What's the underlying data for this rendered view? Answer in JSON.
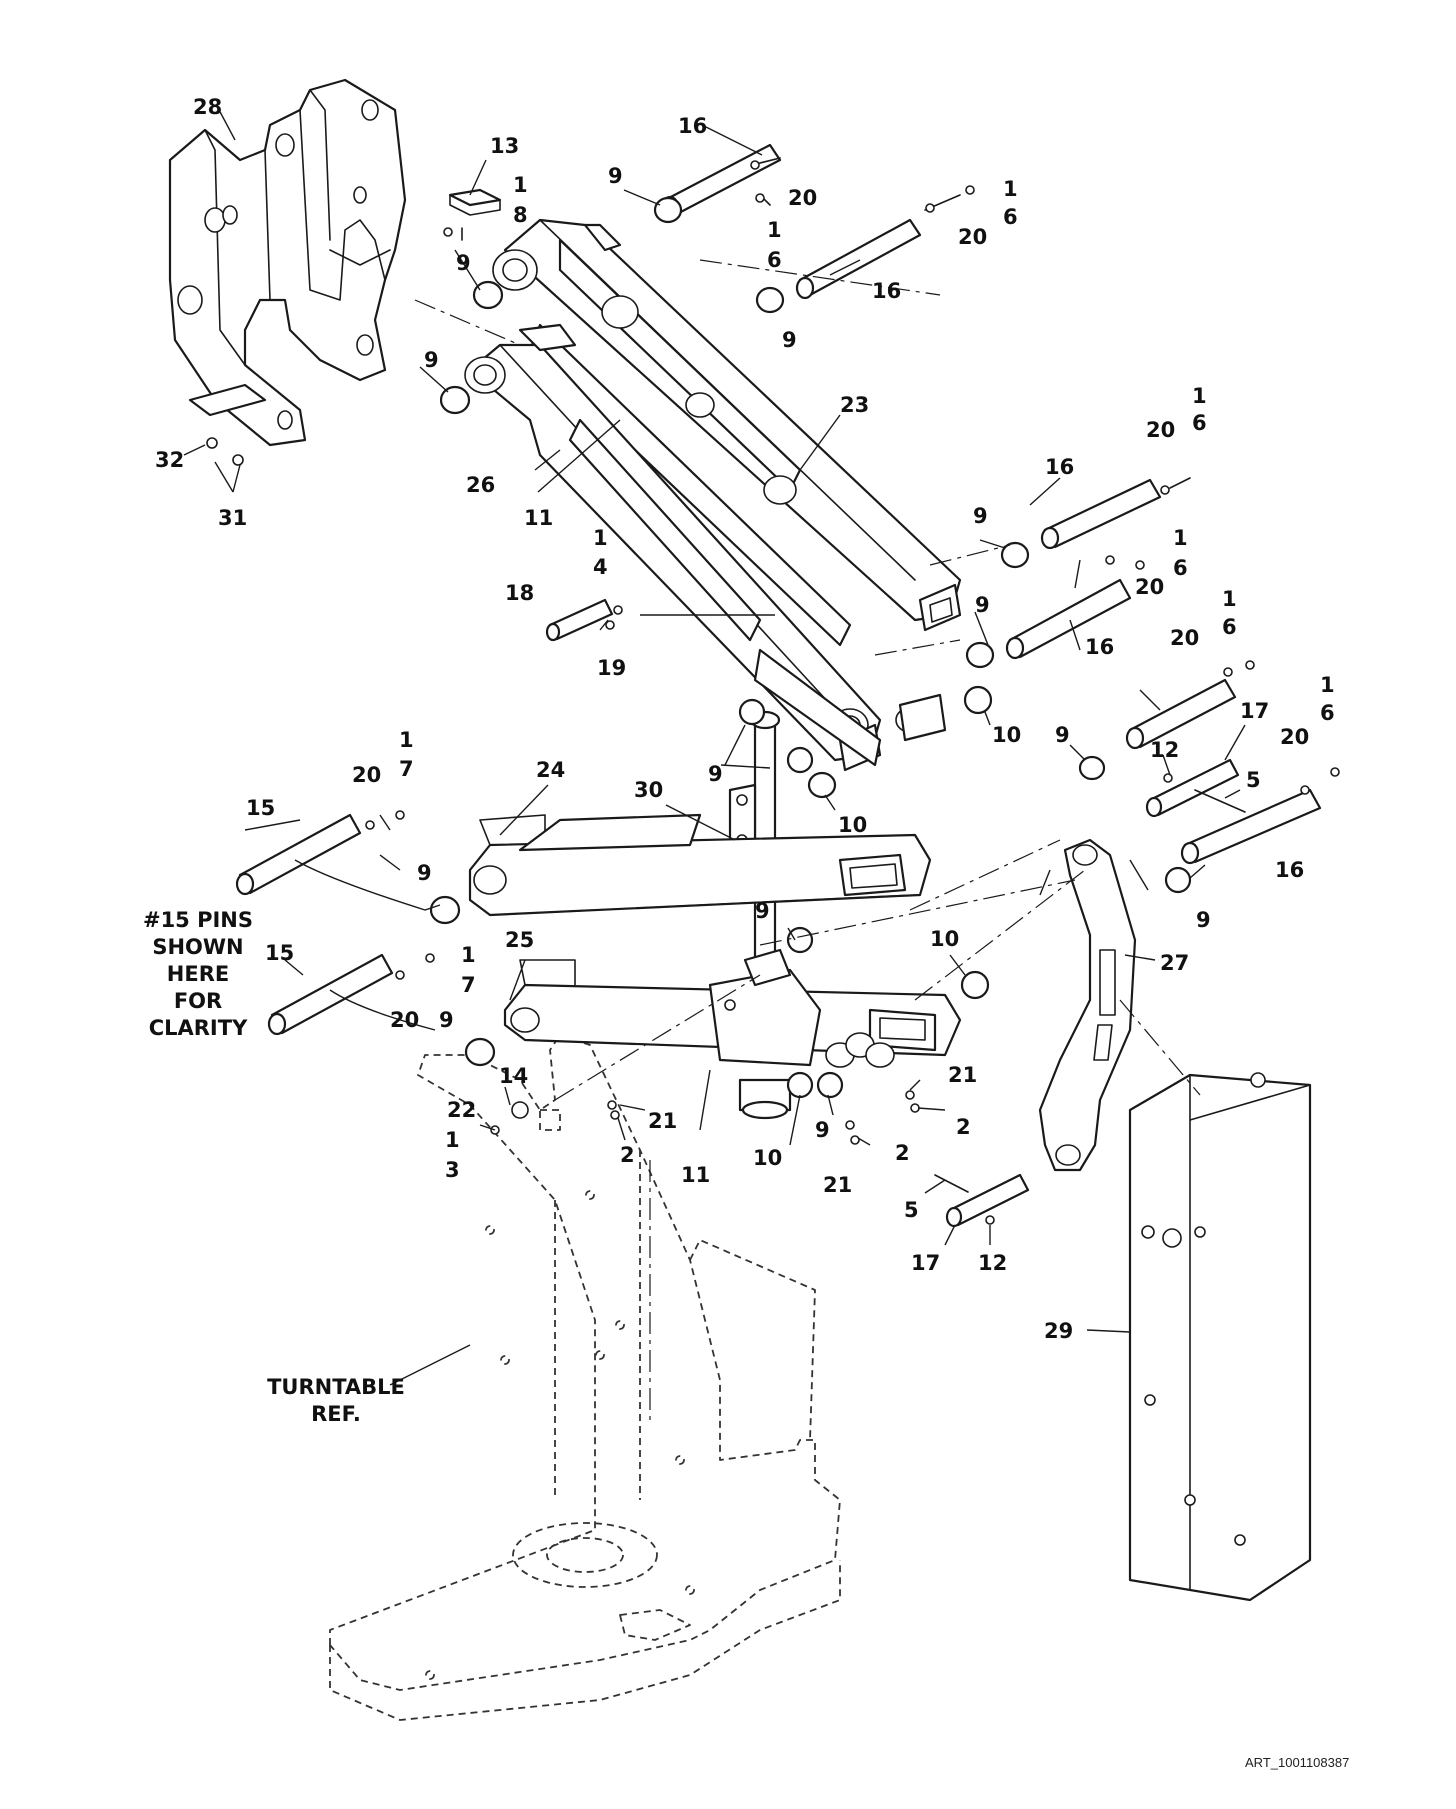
{
  "callouts": {
    "c28": "28",
    "c13": "13",
    "c1a": "1",
    "c8": "8",
    "c32": "32",
    "c31": "31",
    "c16a": "16",
    "c9a": "9",
    "c20a": "20",
    "c1b": "1",
    "c6b": "6",
    "c1c": "1",
    "c6c": "6",
    "c20b": "20",
    "c16b": "16",
    "c9b": "9",
    "c9c": "9",
    "c9d": "9",
    "c23": "23",
    "c26": "26",
    "c11a": "11",
    "c1d": "1",
    "c6d": "6",
    "c20c": "20",
    "c16c": "16",
    "c9e": "9",
    "c1e": "1",
    "c6e": "6",
    "c20d": "20",
    "c1f": "1",
    "c4": "4",
    "c18": "18",
    "c19": "19",
    "c9f": "9",
    "c16d": "16",
    "c20e": "20",
    "c1g": "1",
    "c6g": "6",
    "c10a": "10",
    "c9g": "9",
    "c17a": "17",
    "c12a": "12",
    "c5a": "5",
    "c1h": "1",
    "c6h": "6",
    "c20f": "20",
    "c16e": "16",
    "c9h": "9",
    "c24": "24",
    "c30": "30",
    "c9i": "9",
    "c10b": "10",
    "c15a": "15",
    "c20g": "20",
    "c1i": "1",
    "c7a": "7",
    "c9j": "9",
    "c9k": "9",
    "c27": "27",
    "c10c": "10",
    "c15b": "15",
    "c25": "25",
    "c1j": "1",
    "c7b": "7",
    "c20h": "20",
    "c9l": "9",
    "c14": "14",
    "c22": "22",
    "c1k": "1",
    "c3": "3",
    "c21a": "21",
    "c2a": "2",
    "c11b": "11",
    "c10d": "10",
    "c9m": "9",
    "c2b": "2",
    "c21b": "21",
    "c21c": "21",
    "c2c": "2",
    "c5b": "5",
    "c17b": "17",
    "c12b": "12",
    "c29": "29"
  },
  "notes": {
    "pins_line1": "#15 PINS",
    "pins_line2": "SHOWN",
    "pins_line3": "HERE",
    "pins_line4": "FOR",
    "pins_line5": "CLARITY",
    "turntable_line1": "TURNTABLE",
    "turntable_line2": "REF."
  },
  "art_number": "ART_1001108387"
}
